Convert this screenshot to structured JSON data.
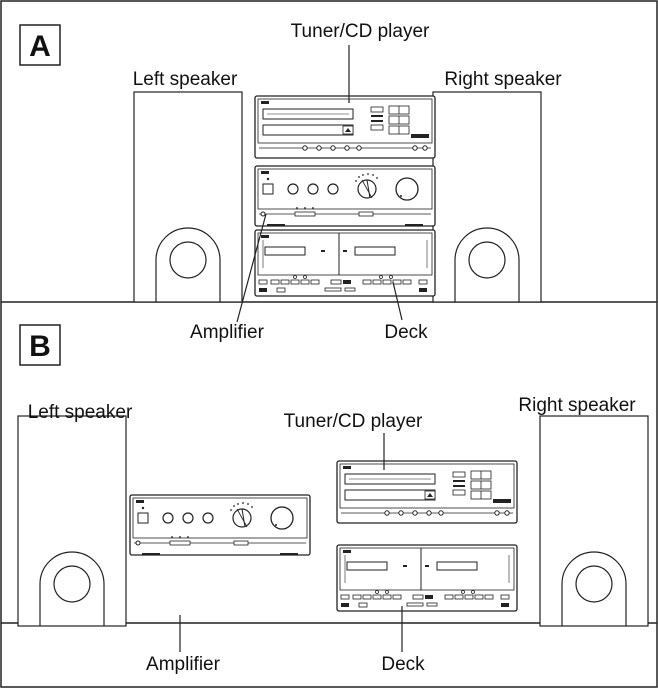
{
  "panels": [
    {
      "letter": "A",
      "labels": {
        "tuner_cd": "Tuner/CD player",
        "left_speaker": "Left speaker",
        "right_speaker": "Right speaker",
        "amplifier": "Amplifier",
        "deck": "Deck"
      }
    },
    {
      "letter": "B",
      "labels": {
        "tuner_cd": "Tuner/CD player",
        "left_speaker": "Left speaker",
        "right_speaker": "Right speaker",
        "amplifier": "Amplifier",
        "deck": "Deck"
      }
    }
  ]
}
